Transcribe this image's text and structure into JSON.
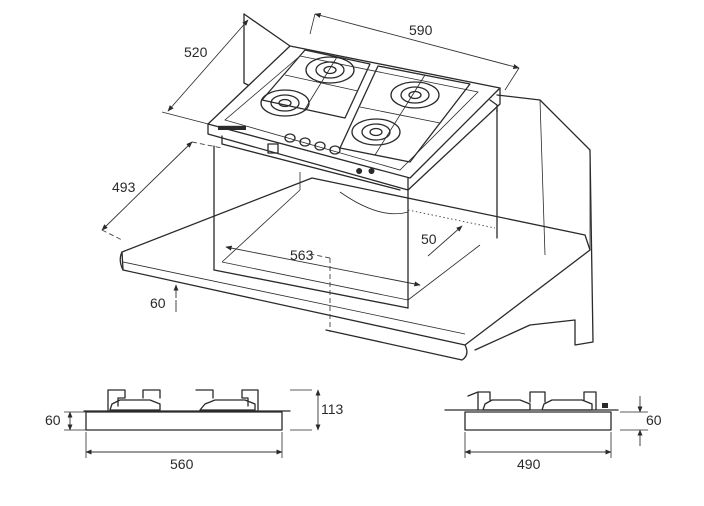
{
  "labels": {
    "overall_width": "590",
    "overall_depth": "520",
    "cutout_depth": "493",
    "cutout_width": "563",
    "back_margin": "50",
    "cutout_height": "60",
    "front_height": "60",
    "total_height": "113",
    "front_width": "560",
    "side_height": "60",
    "side_depth": "490"
  }
}
